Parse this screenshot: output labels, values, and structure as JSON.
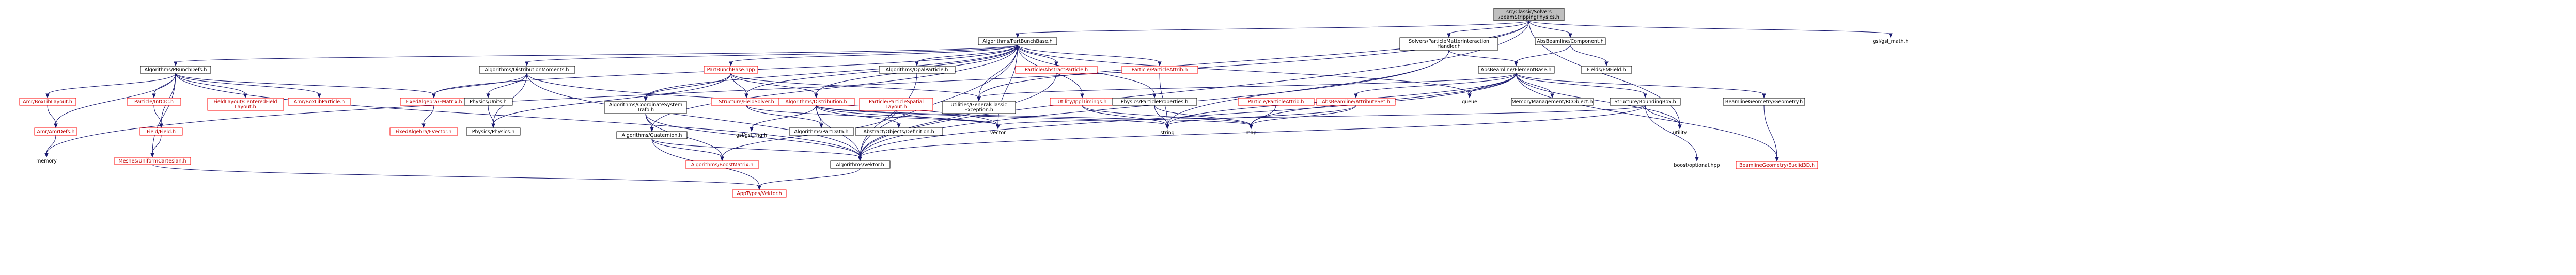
{
  "colors": {
    "edge": "#191970",
    "box_border": "#000000",
    "box_fill": "#ffffff",
    "root_fill": "#bfbfbf",
    "missing_text": "#c00000",
    "missing_border": "#ff0000"
  },
  "nodes": [
    {
      "id": "root",
      "lines": [
        "src/Classic/Solvers",
        "/BeamStrippingPhysics.h"
      ],
      "style": "root"
    },
    {
      "id": "pcb",
      "lines": [
        "Algorithms/PartBunchBase.h"
      ],
      "style": "normal"
    },
    {
      "id": "spmi",
      "lines": [
        "Solvers/ParticleMatterInteraction",
        "Handler.h"
      ],
      "style": "normal"
    },
    {
      "id": "abc",
      "lines": [
        "AbsBeamline/Component.h"
      ],
      "style": "normal"
    },
    {
      "id": "glmath",
      "lines": [
        "gsl/gsl_math.h"
      ],
      "style": "plain"
    },
    {
      "id": "pbd",
      "lines": [
        "Algorithms/PBunchDefs.h"
      ],
      "style": "normal"
    },
    {
      "id": "adm",
      "lines": [
        "Algorithms/DistributionMoments.h"
      ],
      "style": "normal"
    },
    {
      "id": "pbhpp",
      "lines": [
        "PartBunchBase.hpp"
      ],
      "style": "missing"
    },
    {
      "id": "aop",
      "lines": [
        "Algorithms/OpalParticle.h"
      ],
      "style": "normal"
    },
    {
      "id": "pap",
      "lines": [
        "Particle/AbstractParticle.h"
      ],
      "style": "missing"
    },
    {
      "id": "ppa",
      "lines": [
        "Particle/ParticleAttrib.h"
      ],
      "style": "missing"
    },
    {
      "id": "aee",
      "lines": [
        "AbsBeamline/ElementBase.h"
      ],
      "style": "normal"
    },
    {
      "id": "fef",
      "lines": [
        "Fields/EMField.h"
      ],
      "style": "normal"
    },
    {
      "id": "abll",
      "lines": [
        "Amr/BoxLibLayout.h"
      ],
      "style": "missing"
    },
    {
      "id": "picic",
      "lines": [
        "Particle/IntCIC.h"
      ],
      "style": "missing"
    },
    {
      "id": "flc",
      "lines": [
        "FieldLayout/CenteredField",
        "Layout.h"
      ],
      "style": "missing"
    },
    {
      "id": "abp",
      "lines": [
        "Amr/BoxLibParticle.h"
      ],
      "style": "missing"
    },
    {
      "id": "faf",
      "lines": [
        "FixedAlgebra/FMatrix.h"
      ],
      "style": "missing"
    },
    {
      "id": "phu",
      "lines": [
        "Physics/Units.h"
      ],
      "style": "normal"
    },
    {
      "id": "acs",
      "lines": [
        "Algorithms/CoordinateSystem",
        "Trafo.h"
      ],
      "style": "normal"
    },
    {
      "id": "sfs",
      "lines": [
        "Structure/FieldSolver.h"
      ],
      "style": "missing"
    },
    {
      "id": "ad",
      "lines": [
        "Algorithms/Distribution.h"
      ],
      "style": "missing"
    },
    {
      "id": "ppsl",
      "lines": [
        "Particle/ParticleSpatial",
        "Layout.h"
      ],
      "style": "missing"
    },
    {
      "id": "ugce",
      "lines": [
        "Utilities/GeneralClassic",
        "Exception.h"
      ],
      "style": "normal"
    },
    {
      "id": "uth",
      "lines": [
        "Utility/IpplTimings.h"
      ],
      "style": "missing"
    },
    {
      "id": "ppp",
      "lines": [
        "Physics/ParticleProperties.h"
      ],
      "style": "normal"
    },
    {
      "id": "ppah",
      "lines": [
        "Particle/ParticleAttrib.h"
      ],
      "style": "missing"
    },
    {
      "id": "abaf",
      "lines": [
        "AbsBeamline/AttributeSet.h"
      ],
      "style": "missing"
    },
    {
      "id": "queue",
      "lines": [
        "queue"
      ],
      "style": "plain"
    },
    {
      "id": "mmrc",
      "lines": [
        "MemoryManagement/RCObject.h"
      ],
      "style": "normal"
    },
    {
      "id": "sbb",
      "lines": [
        "Structure/BoundingBox.h"
      ],
      "style": "normal"
    },
    {
      "id": "bgg",
      "lines": [
        "BeamlineGeometry/Geometry.h"
      ],
      "style": "normal"
    },
    {
      "id": "aad",
      "lines": [
        "Amr/AmrDefs.h"
      ],
      "style": "missing"
    },
    {
      "id": "ff",
      "lines": [
        "Field/Field.h"
      ],
      "style": "missing"
    },
    {
      "id": "ffv",
      "lines": [
        "FixedAlgebra/FVector.h"
      ],
      "style": "missing"
    },
    {
      "id": "php",
      "lines": [
        "Physics/Physics.h"
      ],
      "style": "normal"
    },
    {
      "id": "aq",
      "lines": [
        "Algorithms/Quaternion.h"
      ],
      "style": "normal"
    },
    {
      "id": "gslrng",
      "lines": [
        "gsl/gsl_rng.h"
      ],
      "style": "plain"
    },
    {
      "id": "apd",
      "lines": [
        "Algorithms/PartData.h"
      ],
      "style": "normal"
    },
    {
      "id": "aod",
      "lines": [
        "Abstract/Objects/Definition.h"
      ],
      "style": "normal"
    },
    {
      "id": "vector",
      "lines": [
        "vector"
      ],
      "style": "plain"
    },
    {
      "id": "string",
      "lines": [
        "string"
      ],
      "style": "plain"
    },
    {
      "id": "map",
      "lines": [
        "map"
      ],
      "style": "plain"
    },
    {
      "id": "utility",
      "lines": [
        "utility"
      ],
      "style": "plain"
    },
    {
      "id": "boostopt",
      "lines": [
        "boost/optional.hpp"
      ],
      "style": "plain"
    },
    {
      "id": "bge",
      "lines": [
        "BeamlineGeometry/Euclid3D.h"
      ],
      "style": "missing"
    },
    {
      "id": "memory",
      "lines": [
        "memory"
      ],
      "style": "plain"
    },
    {
      "id": "muc",
      "lines": [
        "Meshes/UniformCartesian.h"
      ],
      "style": "missing"
    },
    {
      "id": "abm",
      "lines": [
        "Algorithms/BoostMatrix.h"
      ],
      "style": "missing"
    },
    {
      "id": "av",
      "lines": [
        "Algorithms/Vektor.h"
      ],
      "style": "normal"
    },
    {
      "id": "apv",
      "lines": [
        "AppTypes/Vektor.h"
      ],
      "style": "missing"
    }
  ],
  "edges": [
    [
      "root",
      "pcb"
    ],
    [
      "root",
      "spmi"
    ],
    [
      "root",
      "abc"
    ],
    [
      "root",
      "glmath"
    ],
    [
      "root",
      "memory"
    ],
    [
      "root",
      "av"
    ],
    [
      "root",
      "utility"
    ],
    [
      "root",
      "ugce"
    ],
    [
      "pcb",
      "pbd"
    ],
    [
      "pcb",
      "adm"
    ],
    [
      "pcb",
      "pbhpp"
    ],
    [
      "pcb",
      "aop"
    ],
    [
      "pcb",
      "pap"
    ],
    [
      "pcb",
      "ppa"
    ],
    [
      "pcb",
      "acs"
    ],
    [
      "pcb",
      "ad"
    ],
    [
      "pcb",
      "uth"
    ],
    [
      "pcb",
      "ppp"
    ],
    [
      "pcb",
      "ugce"
    ],
    [
      "pcb",
      "sfs"
    ],
    [
      "pcb",
      "aq"
    ],
    [
      "pcb",
      "vector"
    ],
    [
      "pcb",
      "av"
    ],
    [
      "pcb",
      "faf"
    ],
    [
      "pcb",
      "queue"
    ],
    [
      "spmi",
      "aee"
    ],
    [
      "spmi",
      "string"
    ],
    [
      "spmi",
      "av"
    ],
    [
      "abc",
      "aee"
    ],
    [
      "abc",
      "fef"
    ],
    [
      "pbd",
      "abll"
    ],
    [
      "pbd",
      "picic"
    ],
    [
      "pbd",
      "flc"
    ],
    [
      "pbd",
      "abp"
    ],
    [
      "pbd",
      "faf"
    ],
    [
      "pbd",
      "aad"
    ],
    [
      "pbd",
      "ff"
    ],
    [
      "pbd",
      "muc"
    ],
    [
      "pbd",
      "av"
    ],
    [
      "adm",
      "faf"
    ],
    [
      "adm",
      "phu"
    ],
    [
      "adm",
      "php"
    ],
    [
      "adm",
      "av"
    ],
    [
      "adm",
      "vector"
    ],
    [
      "pbhpp",
      "acs"
    ],
    [
      "pbhpp",
      "sfs"
    ],
    [
      "pbhpp",
      "ad"
    ],
    [
      "pbhpp",
      "ugce"
    ],
    [
      "pbhpp",
      "php"
    ],
    [
      "aop",
      "av"
    ],
    [
      "pap",
      "av"
    ],
    [
      "ppa",
      "string"
    ],
    [
      "aee",
      "abaf"
    ],
    [
      "aee",
      "queue"
    ],
    [
      "aee",
      "mmrc"
    ],
    [
      "aee",
      "sbb"
    ],
    [
      "aee",
      "bgg"
    ],
    [
      "aee",
      "ugce"
    ],
    [
      "aee",
      "string"
    ],
    [
      "aee",
      "map"
    ],
    [
      "aee",
      "utility"
    ],
    [
      "aee",
      "bge"
    ],
    [
      "aee",
      "av"
    ],
    [
      "abll",
      "aad"
    ],
    [
      "picic",
      "ff"
    ],
    [
      "phu",
      "php"
    ],
    [
      "acs",
      "aq"
    ],
    [
      "acs",
      "abm"
    ],
    [
      "acs",
      "av"
    ],
    [
      "sfs",
      "apd"
    ],
    [
      "sfs",
      "vector"
    ],
    [
      "ad",
      "aod"
    ],
    [
      "ad",
      "apd"
    ],
    [
      "ad",
      "vector"
    ],
    [
      "ad",
      "string"
    ],
    [
      "ad",
      "map"
    ],
    [
      "ad",
      "gslrng"
    ],
    [
      "ad",
      "av"
    ],
    [
      "ppsl",
      "vector"
    ],
    [
      "ppsl",
      "abm"
    ],
    [
      "uth",
      "string"
    ],
    [
      "uth",
      "map"
    ],
    [
      "ppp",
      "string"
    ],
    [
      "ppp",
      "map"
    ],
    [
      "ppah",
      "map"
    ],
    [
      "abaf",
      "map"
    ],
    [
      "abaf",
      "string"
    ],
    [
      "sbb",
      "boostopt"
    ],
    [
      "sbb",
      "vector"
    ],
    [
      "sbb",
      "utility"
    ],
    [
      "sbb",
      "av"
    ],
    [
      "bgg",
      "bge"
    ],
    [
      "aad",
      "memory"
    ],
    [
      "ff",
      "muc"
    ],
    [
      "faf",
      "ffv"
    ],
    [
      "aq",
      "abm"
    ],
    [
      "aq",
      "av"
    ],
    [
      "aq",
      "apv"
    ],
    [
      "av",
      "apv"
    ],
    [
      "muc",
      "apv"
    ]
  ]
}
